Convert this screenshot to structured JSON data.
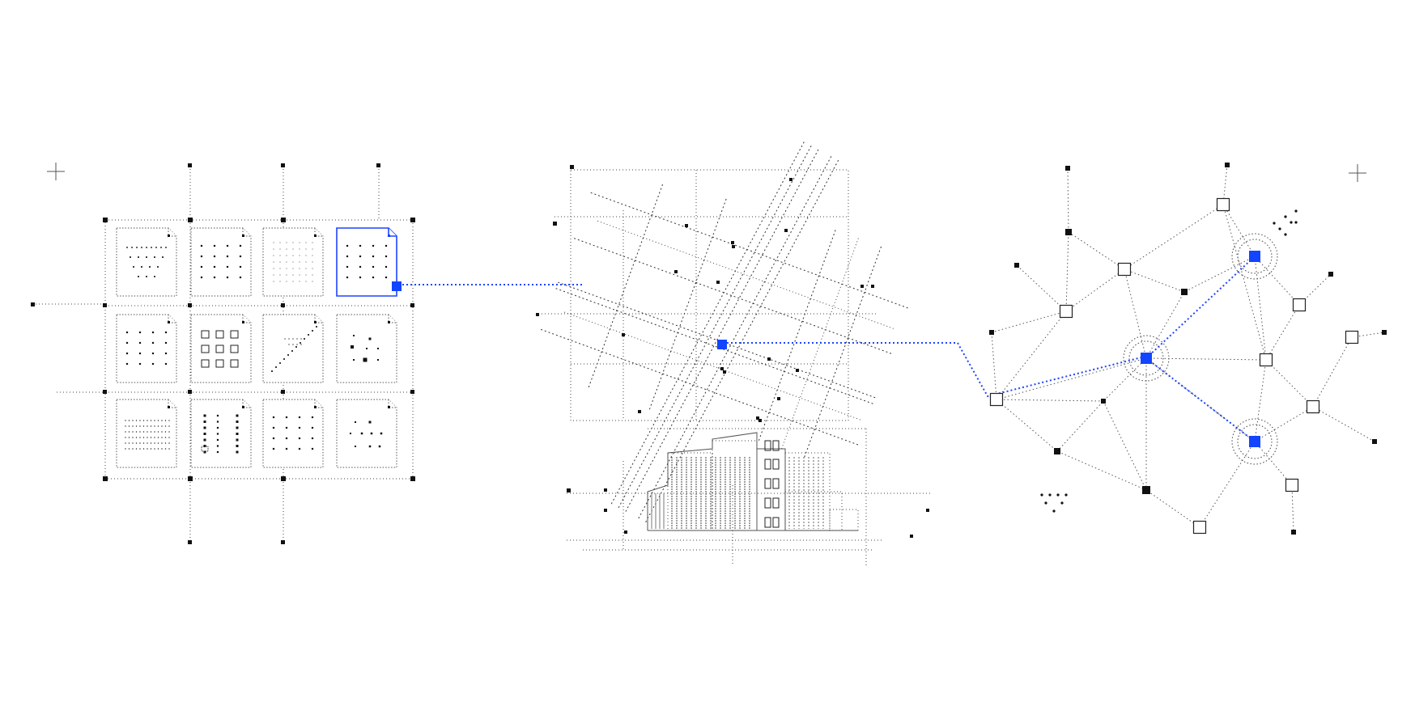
{
  "colors": {
    "background": "#ffffff",
    "ink": "#111111",
    "accent": "#1344ff"
  },
  "panels": [
    {
      "id": "document-grid",
      "documents": 12,
      "highlighted_document": 4
    },
    {
      "id": "city-map-and-building"
    },
    {
      "id": "node-network",
      "highlighted_nodes": 3
    }
  ],
  "icons": [
    "crosshair-icon",
    "document-icon",
    "building-icon",
    "node-icon"
  ]
}
